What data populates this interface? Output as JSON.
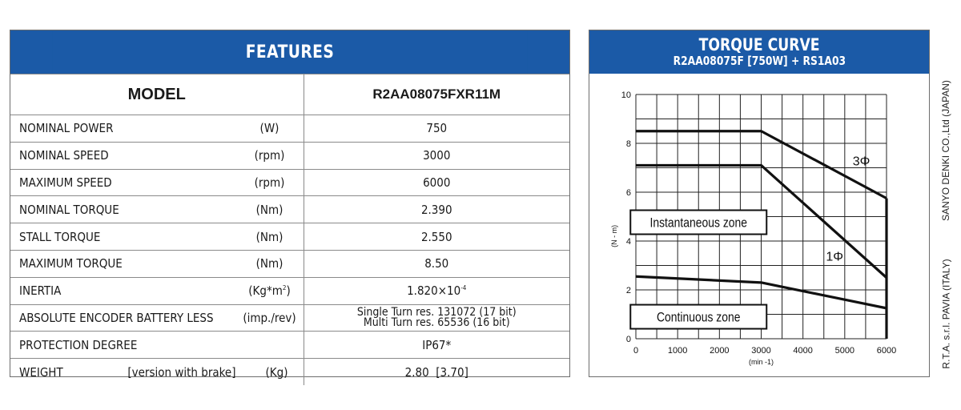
{
  "features": {
    "title": "FEATURES",
    "model_label": "MODEL",
    "model_value": "R2AA08075FXR11M",
    "rows": [
      {
        "label": "NOMINAL POWER",
        "unit": "(W)",
        "value": "750"
      },
      {
        "label": "NOMINAL SPEED",
        "unit": "(rpm)",
        "value": "3000"
      },
      {
        "label": "MAXIMUM SPEED",
        "unit": "(rpm)",
        "value": "6000"
      },
      {
        "label": "NOMINAL TORQUE",
        "unit": "(Nm)",
        "value": "2.390"
      },
      {
        "label": "STALL TORQUE",
        "unit": "(Nm)",
        "value": "2.550"
      },
      {
        "label": "MAXIMUM TORQUE",
        "unit": "(Nm)",
        "value": "8.50"
      }
    ],
    "inertia": {
      "label": "INERTIA",
      "unit_base": "(Kg*m",
      "unit_exp": "2",
      "unit_close": ")",
      "value_base": "1.820×10",
      "value_exp": "-4"
    },
    "encoder": {
      "label": "ABSOLUTE ENCODER BATTERY LESS",
      "unit": "(imp./rev)",
      "line1": "Single Turn res. 131072 (17 bit)",
      "line2": "Multi Turn res. 65536 (16 bit)"
    },
    "protection": {
      "label": "PROTECTION DEGREE",
      "value": "IP67*"
    },
    "weight": {
      "label": "WEIGHT",
      "note": "[version with brake]",
      "unit": "(Kg)",
      "value": "2.80  [3.70]"
    }
  },
  "torque_curve": {
    "title": "TORQUE CURVE",
    "subtitle": "R2AA08075F [750W] + RS1A03"
  },
  "chart_data": {
    "type": "line",
    "title": "TORQUE CURVE",
    "subtitle": "R2AA08075F [750W] + RS1A03",
    "xlabel": "(min -1)",
    "ylabel": "(N - m)",
    "xlim": [
      0,
      6000
    ],
    "ylim": [
      0,
      10
    ],
    "xticks": [
      0,
      1000,
      2000,
      3000,
      4000,
      5000,
      6000
    ],
    "yticks": [
      0,
      2,
      4,
      6,
      8,
      10
    ],
    "grid": true,
    "series": [
      {
        "name": "3Φ",
        "x": [
          0,
          3000,
          6000
        ],
        "y": [
          8.5,
          8.5,
          5.75
        ]
      },
      {
        "name": "1Φ",
        "x": [
          0,
          3000,
          6000
        ],
        "y": [
          7.1,
          7.1,
          2.5
        ]
      },
      {
        "name": "",
        "x": [
          0,
          3000,
          6000
        ],
        "y": [
          2.55,
          2.3,
          1.25
        ]
      }
    ],
    "annotations": [
      "Instantaneous zone",
      "Continuous zone"
    ]
  },
  "side_text": {
    "left": "R.T.A. s.r.l. PAVIA (ITALY)",
    "right": "SANYO DENKI CO.,Ltd (JAPAN)"
  }
}
